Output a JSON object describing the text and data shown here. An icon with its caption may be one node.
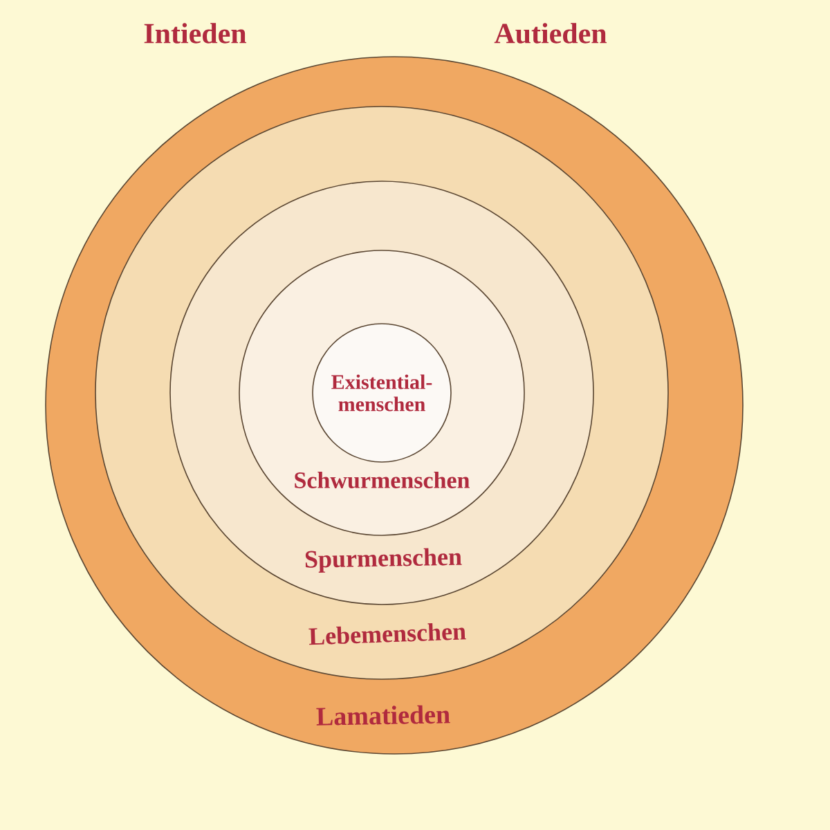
{
  "diagram": {
    "nodes": [
      {
        "text": [
          "Lamatieden"
        ]
      },
      {
        "text": [
          "Lebemenschen"
        ],
        "in": 0
      },
      {
        "text": [
          "Spurmenschen"
        ],
        "in": 1
      },
      {
        "text": [
          "Schwurmenschen"
        ],
        "in": 2
      },
      {
        "text": [
          "Existential-menschen"
        ],
        "in": 3
      }
    ],
    "labels": [
      "Intieden",
      "Autieden"
    ]
  }
}
